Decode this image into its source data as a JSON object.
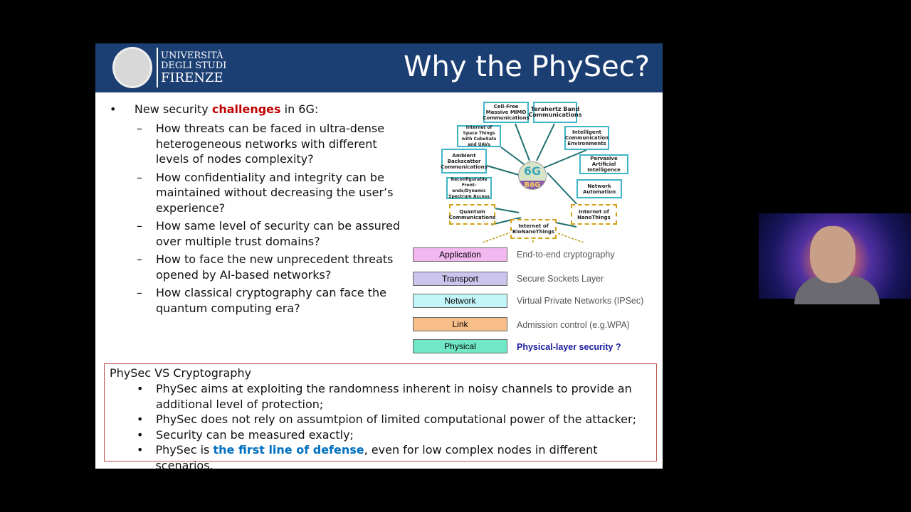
{
  "header": {
    "university_line1": "UNIVERSITÀ",
    "university_line2": "DEGLI STUDI",
    "university_line3": "FIRENZE",
    "title": "Why the PhySec?"
  },
  "bullets": {
    "intro_pre": "New security ",
    "intro_em": "challenges",
    "intro_post": " in 6G:",
    "items": [
      "How threats can be faced in ultra-dense heterogeneous networks with different levels of nodes complexity?",
      "How confidentiality and integrity can be maintained without decreasing the user’s experience?",
      "How same level of security can be assured over multiple trust domains?",
      "How to face the new unprecedent threats opened by AI-based networks?",
      "How classical cryptography can face the quantum computing era?"
    ]
  },
  "diagram": {
    "center_top": "6G",
    "center_bottom": "B6G",
    "nodes": [
      "Cell-Free Massive MIMO Communications",
      "Terahertz Band Communications",
      "Internet of Space Things with CubeSats and UAVs",
      "Intelligent Communication Environments",
      "Ambient Backscatter Communications",
      "Pervasive Artificial Intelligence",
      "Reconfigurable Front-ends/Dynamic Spectrum Access",
      "Network Automation",
      "Quantum Communications",
      "Internet of BioNanoThings",
      "Internet of NanoThings"
    ]
  },
  "layers": [
    {
      "name": "Application",
      "desc": "End-to-end cryptography",
      "color": "#f4b8f0"
    },
    {
      "name": "Transport",
      "desc": "Secure Sockets Layer",
      "color": "#cbc5ee"
    },
    {
      "name": "Network",
      "desc": "Virtual Private Networks (IPSec)",
      "color": "#c2f6f8"
    },
    {
      "name": "Link",
      "desc": "Admission control (e.g.WPA)",
      "color": "#f8be8a"
    },
    {
      "name": "Physical",
      "desc": "Physical-layer security ?",
      "color": "#70e8c6"
    }
  ],
  "comparison": {
    "title": "PhySec VS Cryptography",
    "items": [
      "PhySec aims at exploiting the randomness inherent in noisy channels to provide an additional level of protection;",
      "PhySec does not rely on assumtpion of limited computational power of the attacker;",
      "Security can be measured exactly;"
    ],
    "last_pre": "PhySec is ",
    "last_em": "the first line of defense",
    "last_post": ", even for low complex nodes in different scenarios."
  }
}
